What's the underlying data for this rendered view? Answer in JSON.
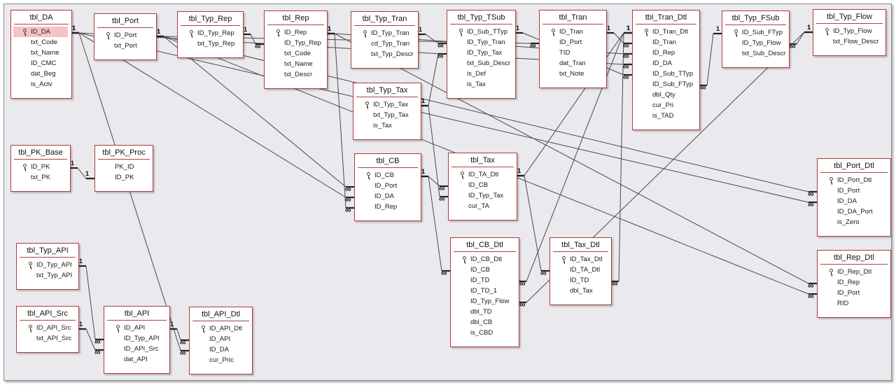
{
  "diagram": {
    "tables": [
      {
        "id": "tbl_DA",
        "title": "tbl_DA",
        "fields": [
          {
            "name": "ID_DA",
            "pk": true,
            "selected": true
          },
          {
            "name": "txt_Code"
          },
          {
            "name": "txt_Name"
          },
          {
            "name": "ID_CMC"
          },
          {
            "name": "dat_Beg"
          },
          {
            "name": "is_Actv"
          }
        ]
      },
      {
        "id": "tbl_Port",
        "title": "tbl_Port",
        "fields": [
          {
            "name": "ID_Port",
            "pk": true
          },
          {
            "name": "txt_Port"
          }
        ]
      },
      {
        "id": "tbl_Typ_Rep",
        "title": "tbl_Typ_Rep",
        "fields": [
          {
            "name": "ID_Typ_Rep",
            "pk": true
          },
          {
            "name": "txt_Typ_Rep"
          }
        ]
      },
      {
        "id": "tbl_Rep",
        "title": "tbl_Rep",
        "fields": [
          {
            "name": "ID_Rep",
            "pk": true
          },
          {
            "name": "ID_Typ_Rep"
          },
          {
            "name": "txt_Code"
          },
          {
            "name": "txt_Name"
          },
          {
            "name": "txt_Descr"
          }
        ]
      },
      {
        "id": "tbl_Typ_Tran",
        "title": "tbl_Typ_Tran",
        "fields": [
          {
            "name": "ID_Typ_Tran",
            "pk": true
          },
          {
            "name": "cd_Typ_Tran"
          },
          {
            "name": "txt_Typ_Descr"
          }
        ]
      },
      {
        "id": "tbl_Typ_TSub",
        "title": "tbl_Typ_TSub",
        "fields": [
          {
            "name": "ID_Sub_TTyp",
            "pk": true
          },
          {
            "name": "ID_Typ_Tran"
          },
          {
            "name": "ID_Typ_Tax"
          },
          {
            "name": "txt_Sub_Descr"
          },
          {
            "name": "is_Def"
          },
          {
            "name": "is_Tax"
          }
        ]
      },
      {
        "id": "tbl_Tran",
        "title": "tbl_Tran",
        "fields": [
          {
            "name": "ID_Tran",
            "pk": true
          },
          {
            "name": "ID_Port"
          },
          {
            "name": "TID"
          },
          {
            "name": "dat_Tran"
          },
          {
            "name": "txt_Note"
          }
        ]
      },
      {
        "id": "tbl_Tran_Dtl",
        "title": "tbl_Tran_Dtl",
        "fields": [
          {
            "name": "ID_Tran_Dtl",
            "pk": true
          },
          {
            "name": "ID_Tran"
          },
          {
            "name": "ID_Rep"
          },
          {
            "name": "ID_DA"
          },
          {
            "name": "ID_Sub_TTyp"
          },
          {
            "name": "ID_Sub_FTyp"
          },
          {
            "name": "dbl_Qty"
          },
          {
            "name": "cur_Pri"
          },
          {
            "name": "is_TAD"
          }
        ]
      },
      {
        "id": "tbl_Typ_FSub",
        "title": "tbl_Typ_FSub",
        "fields": [
          {
            "name": "ID_Sub_FTyp",
            "pk": true
          },
          {
            "name": "ID_Typ_Flow"
          },
          {
            "name": "txt_Sub_Descr"
          }
        ]
      },
      {
        "id": "tbl_Typ_Flow",
        "title": "tbl_Typ_Flow",
        "fields": [
          {
            "name": "ID_Typ_Flow",
            "pk": true
          },
          {
            "name": "txt_Flow_Descr"
          }
        ]
      },
      {
        "id": "tbl_Typ_Tax",
        "title": "tbl_Typ_Tax",
        "fields": [
          {
            "name": "ID_Typ_Tax",
            "pk": true
          },
          {
            "name": "txt_Typ_Tax"
          },
          {
            "name": "is_Tax"
          }
        ]
      },
      {
        "id": "tbl_PK_Base",
        "title": "tbl_PK_Base",
        "fields": [
          {
            "name": "ID_PK",
            "pk": true
          },
          {
            "name": "txt_PK"
          }
        ]
      },
      {
        "id": "tbl_PK_Proc",
        "title": "tbl_PK_Proc",
        "fields": [
          {
            "name": "PK_ID"
          },
          {
            "name": "ID_PK"
          }
        ]
      },
      {
        "id": "tbl_CB",
        "title": "tbl_CB",
        "fields": [
          {
            "name": "ID_CB",
            "pk": true
          },
          {
            "name": "ID_Port"
          },
          {
            "name": "ID_DA"
          },
          {
            "name": "ID_Rep"
          }
        ]
      },
      {
        "id": "tbl_Tax",
        "title": "tbl_Tax",
        "fields": [
          {
            "name": "ID_TA_Dtl",
            "pk": true
          },
          {
            "name": "ID_CB"
          },
          {
            "name": "ID_Typ_Tax"
          },
          {
            "name": "cur_TA"
          }
        ]
      },
      {
        "id": "tbl_Port_Dtl",
        "title": "tbl_Port_Dtl",
        "fields": [
          {
            "name": "ID_Port_Dtl",
            "pk": true
          },
          {
            "name": "ID_Port"
          },
          {
            "name": "ID_DA"
          },
          {
            "name": "ID_DA_Port"
          },
          {
            "name": "is_Zero"
          }
        ]
      },
      {
        "id": "tbl_Typ_API",
        "title": "tbl_Typ_API",
        "fields": [
          {
            "name": "ID_Typ_API",
            "pk": true
          },
          {
            "name": "txt_Typ_API"
          }
        ]
      },
      {
        "id": "tbl_CB_Dtl",
        "title": "tbl_CB_Dtl",
        "fields": [
          {
            "name": "ID_CB_Dtl",
            "pk": true
          },
          {
            "name": "ID_CB"
          },
          {
            "name": "ID_TD"
          },
          {
            "name": "ID_TD_1"
          },
          {
            "name": "ID_Typ_Flow"
          },
          {
            "name": "dbl_TD"
          },
          {
            "name": "dbl_CB"
          },
          {
            "name": "is_CBD"
          }
        ]
      },
      {
        "id": "tbl_Tax_Dtl",
        "title": "tbl_Tax_Dtl",
        "fields": [
          {
            "name": "ID_Tax_Dtl",
            "pk": true
          },
          {
            "name": "ID_TA_Dtl"
          },
          {
            "name": "ID_TD"
          },
          {
            "name": "dbl_Tax"
          }
        ]
      },
      {
        "id": "tbl_Rep_Dtl",
        "title": "tbl_Rep_Dtl",
        "fields": [
          {
            "name": "ID_Rep_Dtl",
            "pk": true
          },
          {
            "name": "ID_Rep"
          },
          {
            "name": "ID_Port"
          },
          {
            "name": "RID"
          }
        ]
      },
      {
        "id": "tbl_API_Src",
        "title": "tbl_API_Src",
        "fields": [
          {
            "name": "ID_API_Src",
            "pk": true
          },
          {
            "name": "txt_API_Src"
          }
        ]
      },
      {
        "id": "tbl_API",
        "title": "tbl_API",
        "fields": [
          {
            "name": "ID_API",
            "pk": true
          },
          {
            "name": "ID_Typ_API"
          },
          {
            "name": "ID_API_Src"
          },
          {
            "name": "dat_API"
          }
        ]
      },
      {
        "id": "tbl_API_Dtl",
        "title": "tbl_API_Dtl",
        "fields": [
          {
            "name": "ID_API_Dtl",
            "pk": true
          },
          {
            "name": "ID_API"
          },
          {
            "name": "ID_DA"
          },
          {
            "name": "cur_Pric"
          }
        ]
      }
    ],
    "relationships": [
      {
        "from": "tbl_DA",
        "to": "tbl_CB",
        "one": "1",
        "many": "∞"
      },
      {
        "from": "tbl_DA",
        "to": "tbl_Tran_Dtl",
        "one": "1",
        "many": "∞"
      },
      {
        "from": "tbl_DA",
        "to": "tbl_Port_Dtl",
        "one": "1",
        "many": "∞"
      },
      {
        "from": "tbl_DA",
        "to": "tbl_API_Dtl",
        "one": "1",
        "many": "∞"
      },
      {
        "from": "tbl_Port",
        "to": "tbl_Tran",
        "one": "1",
        "many": "∞"
      },
      {
        "from": "tbl_Port",
        "to": "tbl_CB",
        "one": "1",
        "many": "∞"
      },
      {
        "from": "tbl_Port",
        "to": "tbl_Port_Dtl",
        "one": "1",
        "many": "∞"
      },
      {
        "from": "tbl_Port",
        "to": "tbl_Rep_Dtl",
        "one": "1",
        "many": "∞"
      },
      {
        "from": "tbl_Typ_Rep",
        "to": "tbl_Rep",
        "one": "1",
        "many": "∞"
      },
      {
        "from": "tbl_Rep",
        "to": "tbl_Tran_Dtl",
        "one": "1",
        "many": "∞"
      },
      {
        "from": "tbl_Rep",
        "to": "tbl_CB",
        "one": "1",
        "many": "∞"
      },
      {
        "from": "tbl_Rep",
        "to": "tbl_Rep_Dtl",
        "one": "1",
        "many": "∞"
      },
      {
        "from": "tbl_Typ_Tran",
        "to": "tbl_Typ_TSub",
        "one": "1",
        "many": "∞"
      },
      {
        "from": "tbl_Typ_Tax",
        "to": "tbl_Typ_TSub",
        "one": "1",
        "many": "∞"
      },
      {
        "from": "tbl_Typ_Tax",
        "to": "tbl_Tax",
        "one": "1",
        "many": "∞"
      },
      {
        "from": "tbl_Typ_TSub",
        "to": "tbl_Tran_Dtl",
        "one": "1",
        "many": "∞"
      },
      {
        "from": "tbl_Tran",
        "to": "tbl_Tran_Dtl",
        "one": "1",
        "many": "∞"
      },
      {
        "from": "tbl_Typ_FSub",
        "to": "tbl_Tran_Dtl",
        "one": "1",
        "many": "∞"
      },
      {
        "from": "tbl_Typ_Flow",
        "to": "tbl_Typ_FSub",
        "one": "1",
        "many": "∞"
      },
      {
        "from": "tbl_Typ_Flow",
        "to": "tbl_CB_Dtl",
        "one": "1",
        "many": "∞"
      },
      {
        "from": "tbl_PK_Base",
        "to": "tbl_PK_Proc",
        "one": "1",
        "many": "1"
      },
      {
        "from": "tbl_CB",
        "to": "tbl_Tax",
        "one": "1",
        "many": "∞"
      },
      {
        "from": "tbl_CB",
        "to": "tbl_CB_Dtl",
        "one": "1",
        "many": "∞"
      },
      {
        "from": "tbl_Tax",
        "to": "tbl_Tax_Dtl",
        "one": "1",
        "many": "∞"
      },
      {
        "from": "tbl_Tran_Dtl",
        "to": "tbl_Tax",
        "one": "1",
        "many": "1"
      },
      {
        "from": "tbl_Tran_Dtl",
        "to": "tbl_CB_Dtl",
        "one": "1",
        "many": "∞"
      },
      {
        "from": "tbl_Tran_Dtl",
        "to": "tbl_Tax_Dtl",
        "one": "1",
        "many": "∞"
      },
      {
        "from": "tbl_Typ_API",
        "to": "tbl_API",
        "one": "1",
        "many": "∞"
      },
      {
        "from": "tbl_API_Src",
        "to": "tbl_API",
        "one": "1",
        "many": "∞"
      },
      {
        "from": "tbl_API",
        "to": "tbl_API_Dtl",
        "one": "1",
        "many": "∞"
      }
    ]
  }
}
